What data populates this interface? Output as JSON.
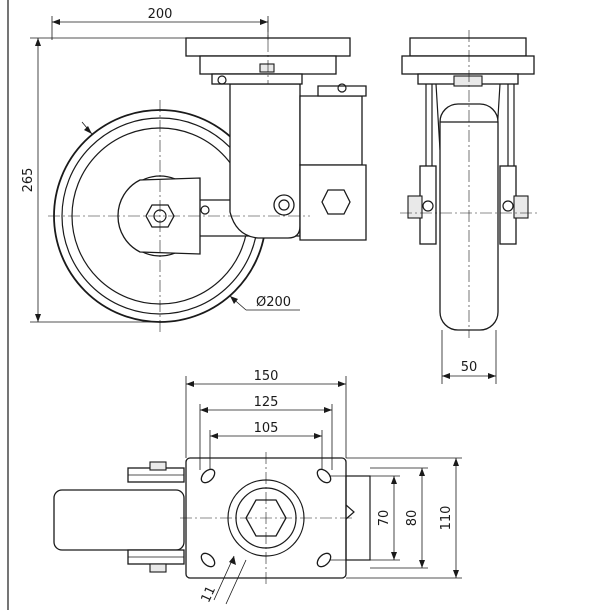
{
  "dimensions": {
    "top_width": "200",
    "height": "265",
    "wheel_diameter": "Ø200",
    "wheel_width": "50",
    "plate_length": "150",
    "hole_spacing_length": "125",
    "hole_spacing_length_alt": "105",
    "hole_spacing_width": "70",
    "hole_spacing_width_alt": "80",
    "plate_width": "110",
    "bolt_hole": "11"
  }
}
